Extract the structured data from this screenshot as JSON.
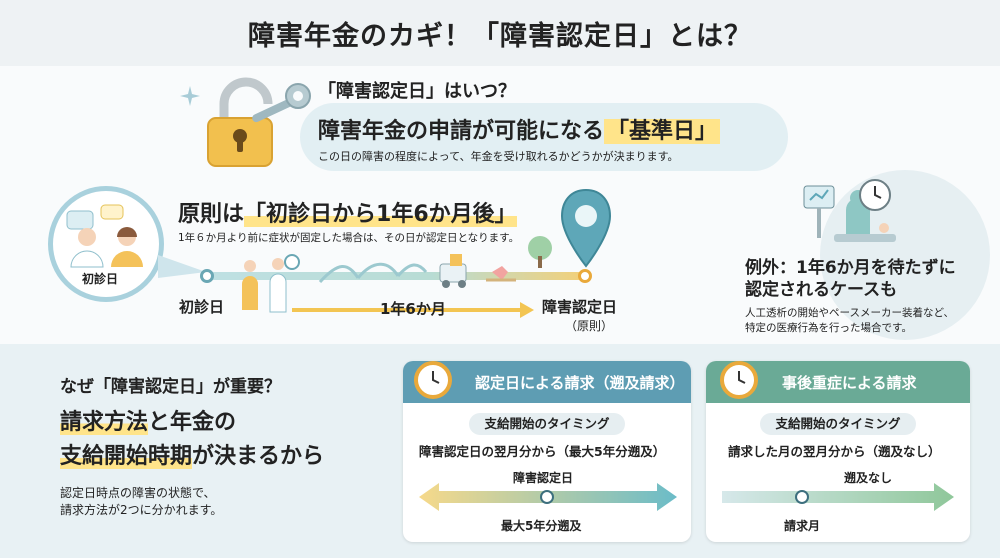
{
  "title": "障害年金のカギ！「障害認定日」とは？",
  "key_section": {
    "question": "「障害認定日」はいつ？",
    "headline_prefix": "障害年金の申請が可能になる",
    "headline_highlight": "「基準日」",
    "subtext": "この日の障害の程度によって、年金を受け取れるかどうかが決まります。"
  },
  "principle": {
    "title_prefix": "原則は",
    "title_highlight": "「初診日から1年6か月後」",
    "subtext": "1年６か月より前に症状が固定した場合は、その日が認定日となります。",
    "circle_label": "初診日",
    "timeline": {
      "start_label": "初診日",
      "period_label": "1年6か月",
      "end_label": "障害認定日",
      "end_sublabel": "（原則）"
    }
  },
  "exception": {
    "title_line1": "例外：1年6か月を待たずに",
    "title_line2": "認定されるケースも",
    "text_line1": "人工透析の開始やペースメーカー装着など、",
    "text_line2": "特定の医療行為を行った場合です。"
  },
  "why": {
    "question": "なぜ「障害認定日」が重要？",
    "line1_highlight": "請求方法",
    "line1_rest": "と年金の",
    "line2_highlight": "支給開始時期",
    "line2_rest": "が決まるから",
    "sub1": "認定日時点の障害の状態で、",
    "sub2": "請求方法が2つに分かれます。"
  },
  "cards": [
    {
      "header": "認定日による請求（遡及請求）",
      "pill": "支給開始のタイミング",
      "timing": "障害認定日の翌月分から（最大5年分遡及）",
      "top_label": "障害認定日",
      "bottom_label": "最大5年分遡及",
      "color": "#5e9db3"
    },
    {
      "header": "事後重症による請求",
      "pill": "支給開始のタイミング",
      "timing": "請求した月の翌月分から（遡及なし）",
      "top_label": "遡及なし",
      "bottom_label": "請求月",
      "color": "#6aaa96"
    }
  ],
  "colors": {
    "accent_blue": "#5e9db3",
    "accent_green": "#6aaa96",
    "highlight_yellow": "#ffe48a"
  }
}
